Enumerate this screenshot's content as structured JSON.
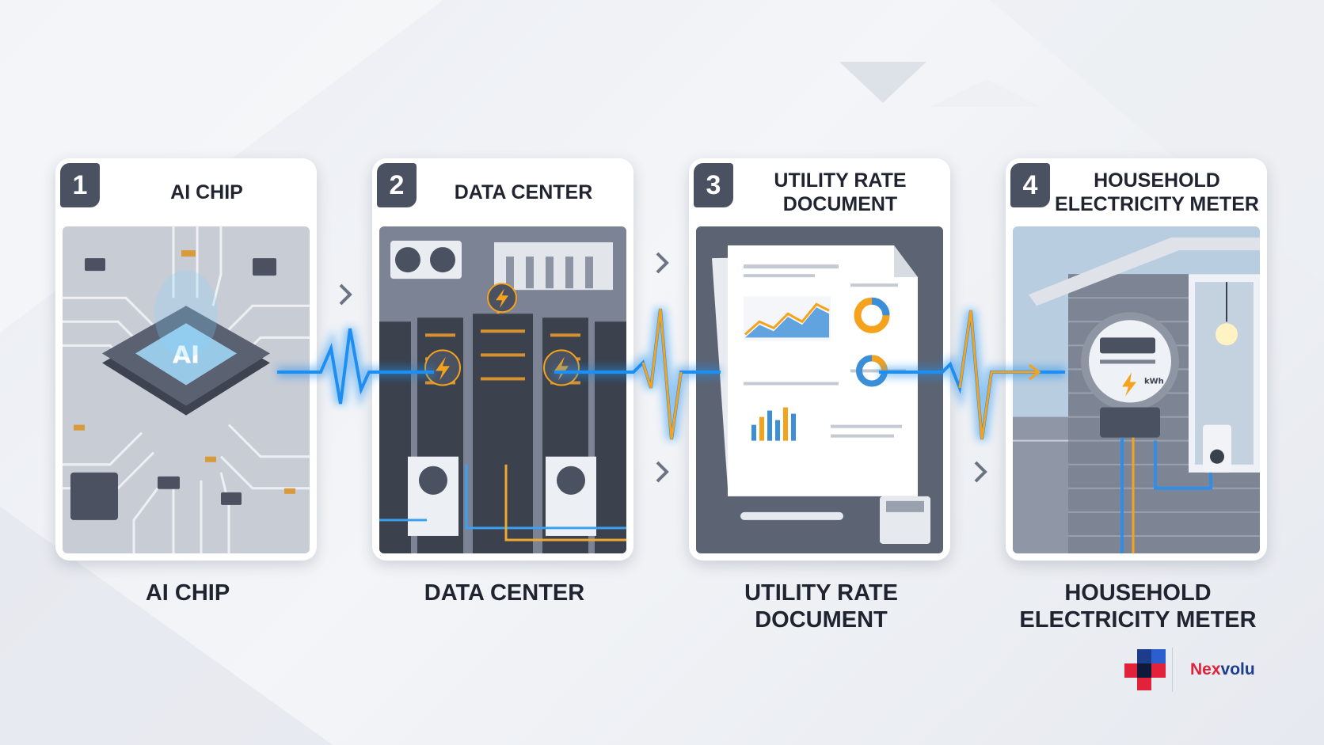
{
  "steps": [
    {
      "number": "1",
      "title": "AI CHIP",
      "caption": "AI CHIP",
      "chip_label": "AI"
    },
    {
      "number": "2",
      "title": "DATA CENTER",
      "caption": "DATA CENTER"
    },
    {
      "number": "3",
      "title": "UTILITY RATE\nDOCUMENT",
      "caption": "UTILITY RATE\nDOCUMENT"
    },
    {
      "number": "4",
      "title": "HOUSEHOLD\nELECTRICITY METER",
      "caption": "HOUSEHOLD\nELECTRICITY METER",
      "meter_unit": "kWh"
    }
  ],
  "brand": {
    "name_part1": "Nex",
    "name_part2": "volu"
  },
  "colors": {
    "pulse_blue": "#1e8ff0",
    "pulse_orange": "#f5a21c",
    "badge": "#4a5160",
    "brand_red": "#e1223a",
    "brand_blue": "#1e3c8c"
  }
}
